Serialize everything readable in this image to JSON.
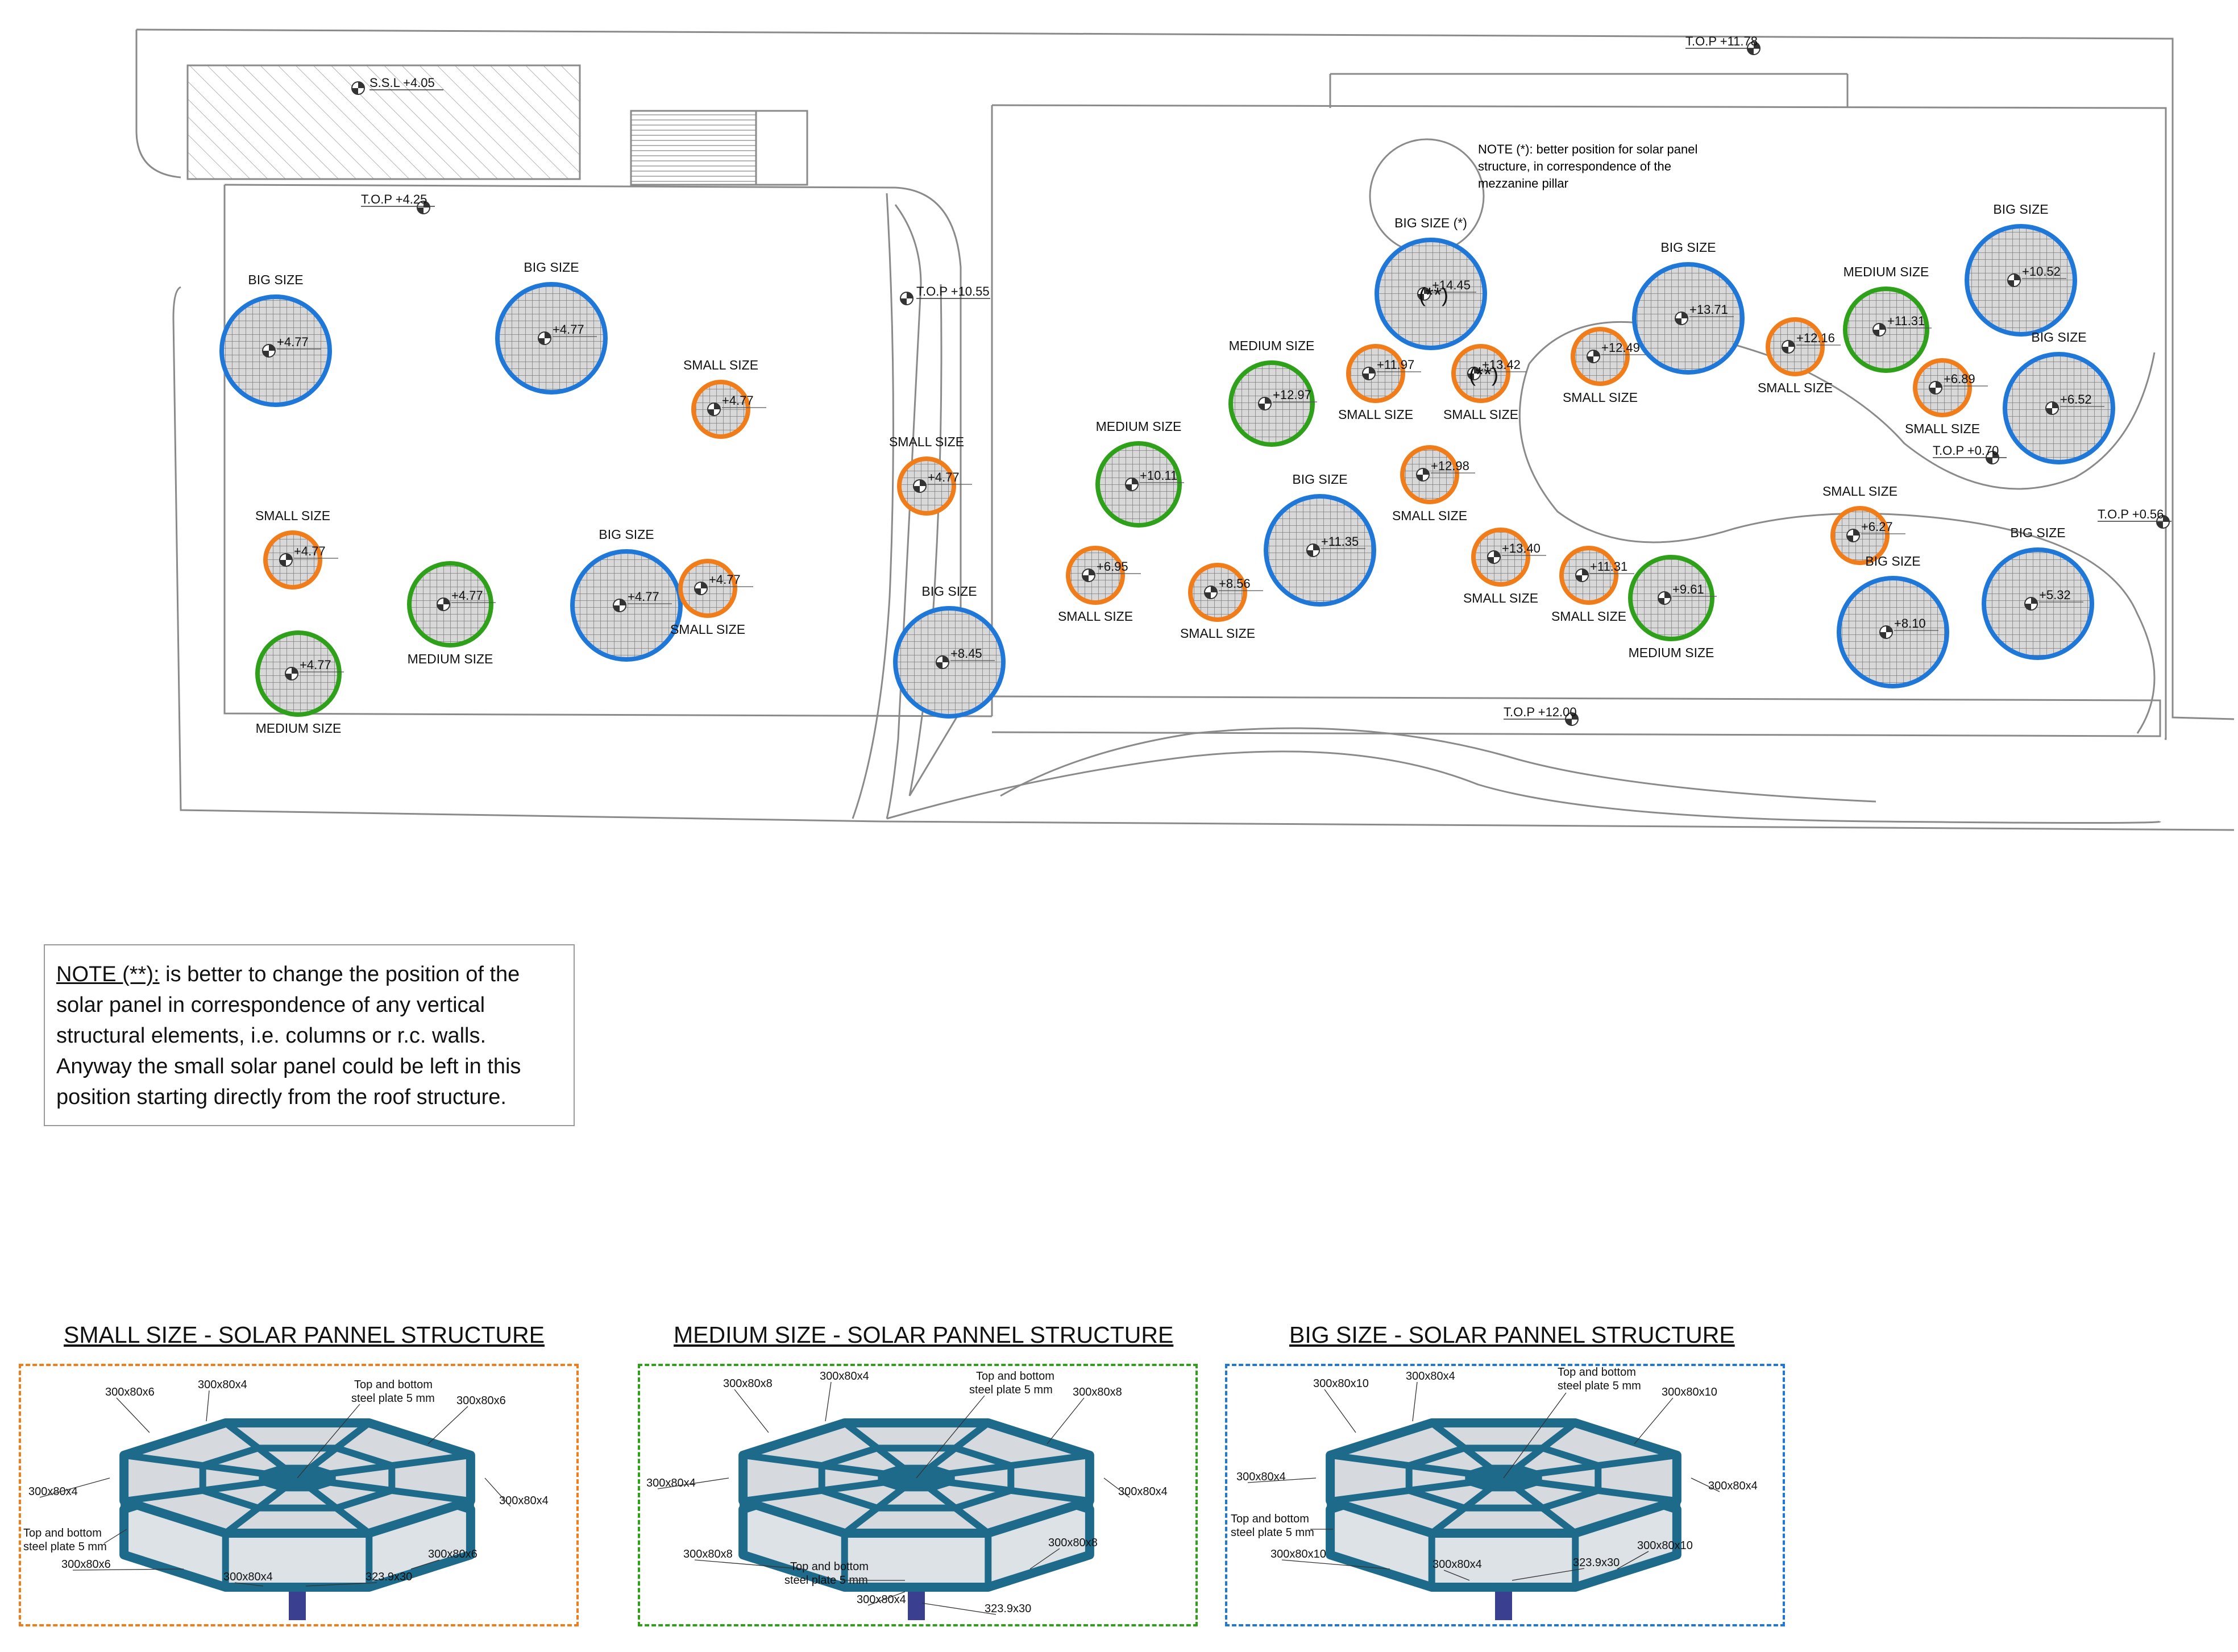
{
  "plan": {
    "levels": {
      "ssl": "S.S.L +4.05",
      "top_1178": "T.O.P +11.78",
      "top_425": "T.O.P +4.25",
      "top_1055": "T.O.P +10.55",
      "top_070": "T.O.P +0.70",
      "top_056": "T.O.P +0.56",
      "top_1200": "T.O.P +12.00"
    },
    "note_star": [
      "NOTE (*): better position for solar panel",
      "structure, in correspondence of the",
      "mezzanine pillar"
    ],
    "size_labels": {
      "big": "BIG SIZE",
      "big_star": "BIG SIZE (*)",
      "medium": "MEDIUM SIZE",
      "small": "SMALL SIZE"
    },
    "double_star": "(**)",
    "panels": [
      {
        "id": "p1",
        "size": "big",
        "elev": "+4.77"
      },
      {
        "id": "p2",
        "size": "big",
        "elev": "+4.77"
      },
      {
        "id": "p3",
        "size": "small",
        "elev": "+4.77"
      },
      {
        "id": "p4",
        "size": "small",
        "elev": "+4.77"
      },
      {
        "id": "p5",
        "size": "medium",
        "elev": "+4.77"
      },
      {
        "id": "p6",
        "size": "big",
        "elev": "+4.77"
      },
      {
        "id": "p7",
        "size": "small",
        "elev": "+4.77"
      },
      {
        "id": "p8",
        "size": "medium",
        "elev": "+4.77"
      },
      {
        "id": "p9",
        "size": "small",
        "elev": "+4.77"
      },
      {
        "id": "p10",
        "size": "big",
        "elev": "+8.45"
      },
      {
        "id": "p11",
        "size": "medium",
        "elev": "+10.11"
      },
      {
        "id": "p12",
        "size": "small",
        "elev": "+6.95"
      },
      {
        "id": "p13",
        "size": "small",
        "elev": "+8.56"
      },
      {
        "id": "p14",
        "size": "medium",
        "elev": "+12.97"
      },
      {
        "id": "p15",
        "size": "big",
        "elev": "+11.35"
      },
      {
        "id": "p16",
        "size": "big",
        "elev": "+14.45"
      },
      {
        "id": "p17",
        "size": "small",
        "elev": "+11.97"
      },
      {
        "id": "p18",
        "size": "small",
        "elev": "+13.42"
      },
      {
        "id": "p19",
        "size": "small",
        "elev": "+12.98"
      },
      {
        "id": "p20",
        "size": "small",
        "elev": "+13.40"
      },
      {
        "id": "p21",
        "size": "small",
        "elev": "+12.49"
      },
      {
        "id": "p22",
        "size": "big",
        "elev": "+13.71"
      },
      {
        "id": "p23",
        "size": "small",
        "elev": "+11.31"
      },
      {
        "id": "p24",
        "size": "medium",
        "elev": "+9.61"
      },
      {
        "id": "p25",
        "size": "small",
        "elev": "+12.16"
      },
      {
        "id": "p26",
        "size": "medium",
        "elev": "+11.31"
      },
      {
        "id": "p27",
        "size": "big",
        "elev": "+10.52"
      },
      {
        "id": "p28",
        "size": "small",
        "elev": "+6.89"
      },
      {
        "id": "p29",
        "size": "big",
        "elev": "+6.52"
      },
      {
        "id": "p30",
        "size": "small",
        "elev": "+6.27"
      },
      {
        "id": "p31",
        "size": "big",
        "elev": "+8.10"
      },
      {
        "id": "p32",
        "size": "big",
        "elev": "+5.32"
      }
    ]
  },
  "note_double_star": {
    "heading": "NOTE (**):",
    "text_first": " is better to change the position of the",
    "lines": [
      "solar panel in correspondence of any vertical",
      "structural elements, i.e. columns or r.c. walls.",
      "Anyway the small solar panel could be left in this",
      "position starting directly from the roof structure."
    ]
  },
  "structures": [
    {
      "title": "SMALL SIZE - SOLAR PANNEL STRUCTURE",
      "color": "#f07d1a",
      "labels": [
        "300x80x6",
        "300x80x4",
        "Top and bottom",
        "steel plate 5 mm",
        "300x80x6",
        "300x80x4",
        "300x80x4",
        "Top and bottom",
        "steel plate 5 mm",
        "300x80x6",
        "300x80x6",
        "300x80x4",
        "323.9x30"
      ]
    },
    {
      "title": "MEDIUM SIZE - SOLAR PANNEL STRUCTURE",
      "color": "#2ea01a",
      "labels": [
        "300x80x8",
        "300x80x4",
        "Top and bottom",
        "steel plate 5 mm",
        "300x80x8",
        "300x80x4",
        "300x80x4",
        "300x80x8",
        "300x80x8",
        "Top and bottom",
        "steel plate 5 mm",
        "300x80x4",
        "323.9x30"
      ]
    },
    {
      "title": "BIG SIZE - SOLAR PANNEL STRUCTURE",
      "color": "#1f78d8",
      "labels": [
        "300x80x10",
        "300x80x4",
        "Top and bottom",
        "steel plate 5 mm",
        "300x80x10",
        "300x80x4",
        "300x80x4",
        "Top and bottom",
        "steel plate 5 mm",
        "300x80x10",
        "300x80x10",
        "300x80x4",
        "323.9x30"
      ]
    }
  ],
  "colors": {
    "big": "#1f78d8",
    "medium": "#2ea01a",
    "small": "#f07d1a",
    "steel": "#1e6a8a",
    "column": "#3a3f8f",
    "line": "#8a8a8a"
  }
}
